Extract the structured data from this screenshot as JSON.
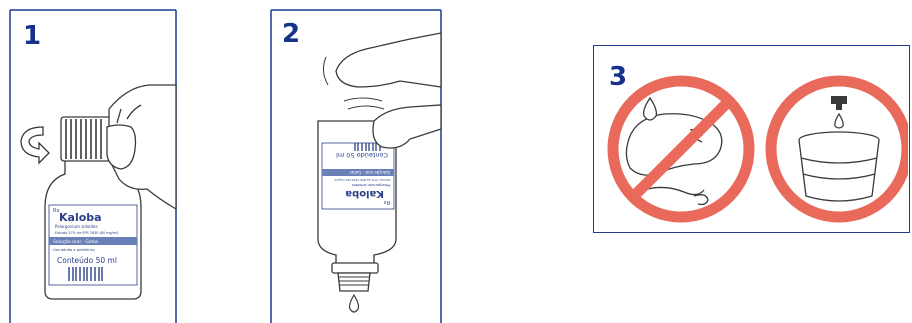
{
  "steps": [
    {
      "number": "1",
      "label": {
        "brand_prefix": "Rx",
        "brand": "Kaloba",
        "line1": "Pelargonium sidoides",
        "line2": "Extrato 37% de EPS 7630 (80 mg/ml)",
        "band": "Solução oral - Gotas",
        "line3": "Uso adulto e pediátrico",
        "contents": "Conteúdo 50 ml"
      }
    },
    {
      "number": "2",
      "label": {
        "brand_prefix": "Rx",
        "brand": "Kaloba",
        "line1": "Pelargonium sidoides",
        "line2": "Extrato 37% de EPS 7630 (80 mg/ml)",
        "band": "Solução oral - Gotas",
        "contents": "Conteúdo 50 ml"
      }
    },
    {
      "number": "3"
    }
  ],
  "colors": {
    "step_number": "#15318a",
    "frame_border": "#1f3a8f",
    "prohibition_red": "#e96a5a",
    "line_art": "#3a3a3a",
    "label_blue": "#2a3f86",
    "label_band": "#6b7fb8"
  }
}
